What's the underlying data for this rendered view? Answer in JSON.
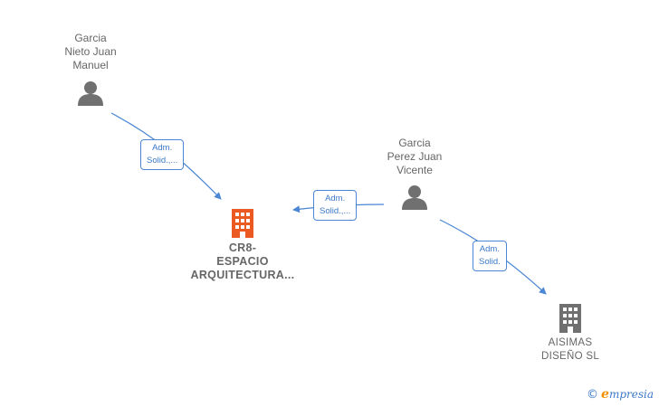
{
  "nodes": {
    "person_garcia_nieto": {
      "label": "Garcia\nNieto Juan\nManuel"
    },
    "person_garcia_perez": {
      "label": "Garcia\nPerez Juan\nVicente"
    },
    "company_cr8": {
      "label": "CR8-\nESPACIO\nARQUITECTURA...",
      "color": "#ec5a24"
    },
    "company_aisimas": {
      "label": "AISIMAS\nDISEÑO SL",
      "color": "#707070"
    }
  },
  "edges": [
    {
      "from": "person_garcia_nieto",
      "to": "company_cr8",
      "label": "Adm.\nSolid.,..."
    },
    {
      "from": "person_garcia_perez",
      "to": "company_cr8",
      "label": "Adm.\nSolid.,..."
    },
    {
      "from": "person_garcia_perez",
      "to": "company_aisimas",
      "label": "Adm.\nSolid."
    }
  ],
  "colors": {
    "edge": "#4a86d4",
    "person_icon": "#707070"
  },
  "watermark": {
    "copyright": "©",
    "brand_initial": "e",
    "brand_rest": "mpresia"
  }
}
